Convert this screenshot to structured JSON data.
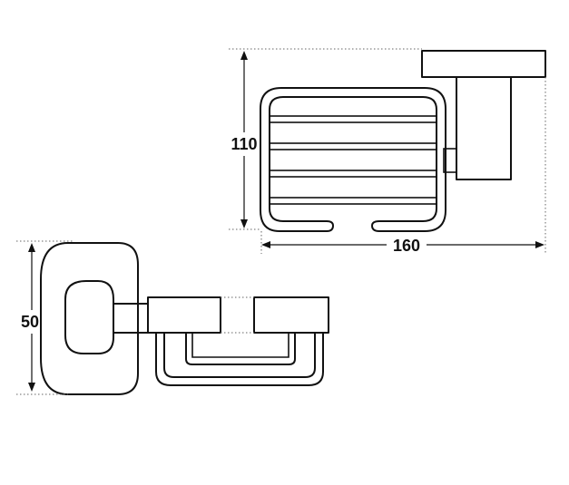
{
  "dimensions": {
    "height": "110",
    "width": "160",
    "depth": "50"
  }
}
